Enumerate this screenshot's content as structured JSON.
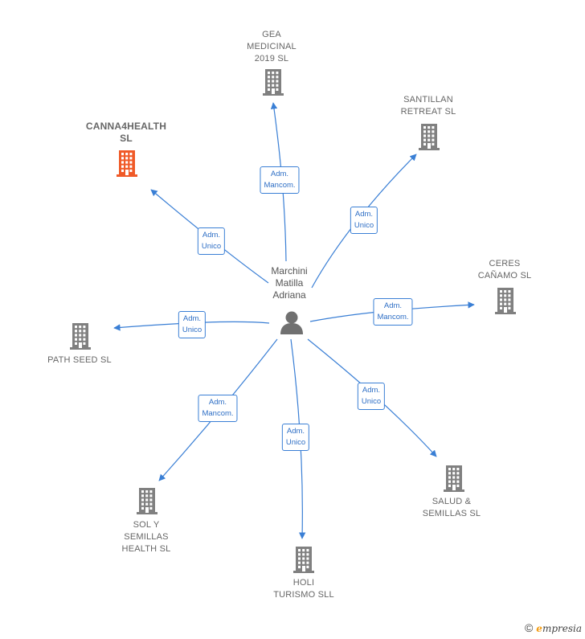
{
  "center": {
    "name": "Marchini\nMatilla\nAdriana",
    "icon": "person-icon"
  },
  "nodes": [
    {
      "id": "gea",
      "label": "GEA\nMEDICINAL\n2019  SL",
      "icon": "building-icon",
      "color": "#808080",
      "relation": "Adm.\nMancom."
    },
    {
      "id": "santillan",
      "label": "SANTILLAN\nRETREAT  SL",
      "icon": "building-icon",
      "color": "#808080",
      "relation": "Adm.\nUnico"
    },
    {
      "id": "canna",
      "label": "CANNA4HEALTH\nSL",
      "icon": "building-icon",
      "color": "#f05a28",
      "relation": "Adm.\nUnico"
    },
    {
      "id": "ceres",
      "label": "CERES\nCAÑAMO  SL",
      "icon": "building-icon",
      "color": "#808080",
      "relation": "Adm.\nMancom."
    },
    {
      "id": "pathseed",
      "label": "PATH SEED  SL",
      "icon": "building-icon",
      "color": "#808080",
      "relation": "Adm.\nUnico"
    },
    {
      "id": "salud",
      "label": "SALUD &\nSEMILLAS  SL",
      "icon": "building-icon",
      "color": "#808080",
      "relation": "Adm.\nUnico"
    },
    {
      "id": "sol",
      "label": "SOL Y\nSEMILLAS\nHEALTH  SL",
      "icon": "building-icon",
      "color": "#808080",
      "relation": "Adm.\nMancom."
    },
    {
      "id": "holi",
      "label": "HOLI\nTURISMO  SLL",
      "icon": "building-icon",
      "color": "#808080",
      "relation": "Adm.\nUnico"
    }
  ],
  "footer": {
    "copyright": "©",
    "brand_initial": "e",
    "brand_rest": "mpresia"
  }
}
